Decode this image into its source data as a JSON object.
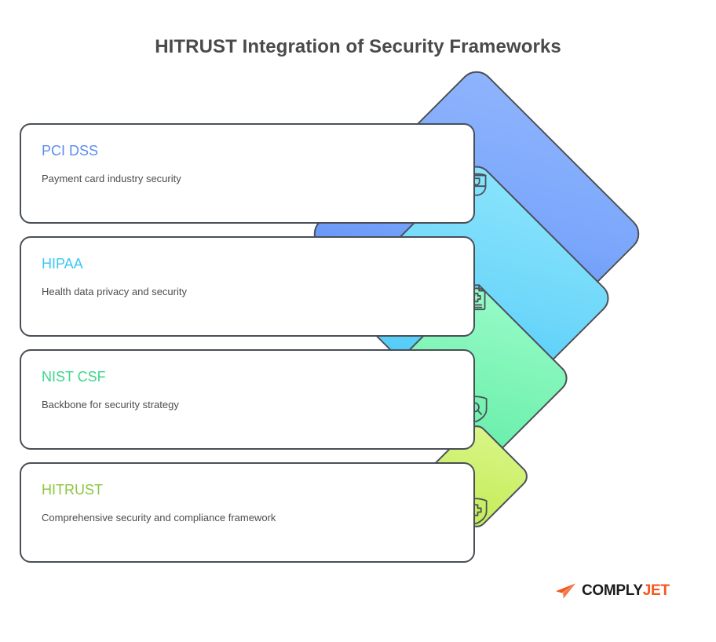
{
  "header": {
    "title": "HITRUST Integration of Security Frameworks"
  },
  "cards": [
    {
      "title": "PCI DSS",
      "description": "Payment card industry security",
      "title_color": "#5B8DEF"
    },
    {
      "title": "HIPAA",
      "description": "Health data privacy and security",
      "title_color": "#3BC8F5"
    },
    {
      "title": "NIST CSF",
      "description": "Backbone for security strategy",
      "title_color": "#3DD68C"
    },
    {
      "title": "HITRUST",
      "description": "Comprehensive security and compliance framework",
      "title_color": "#8CC63F"
    }
  ],
  "diamonds": [
    {
      "name": "pci-dss-layer",
      "color": "#6E9CFB",
      "icon": "badge-shield-icon"
    },
    {
      "name": "hipaa-layer",
      "color": "#66D9FB",
      "icon": "medical-document-icon"
    },
    {
      "name": "nist-csf-layer",
      "color": "#7DF4B8",
      "icon": "shield-search-icon"
    },
    {
      "name": "hitrust-layer",
      "color": "#CBF06A",
      "icon": "shield-cross-icon"
    }
  ],
  "logo": {
    "icon": "paper-plane-icon",
    "primary_text": "COMPLY",
    "accent_text": "JET",
    "primary_color": "#1b1b1b",
    "accent_color": "#f4561e"
  }
}
